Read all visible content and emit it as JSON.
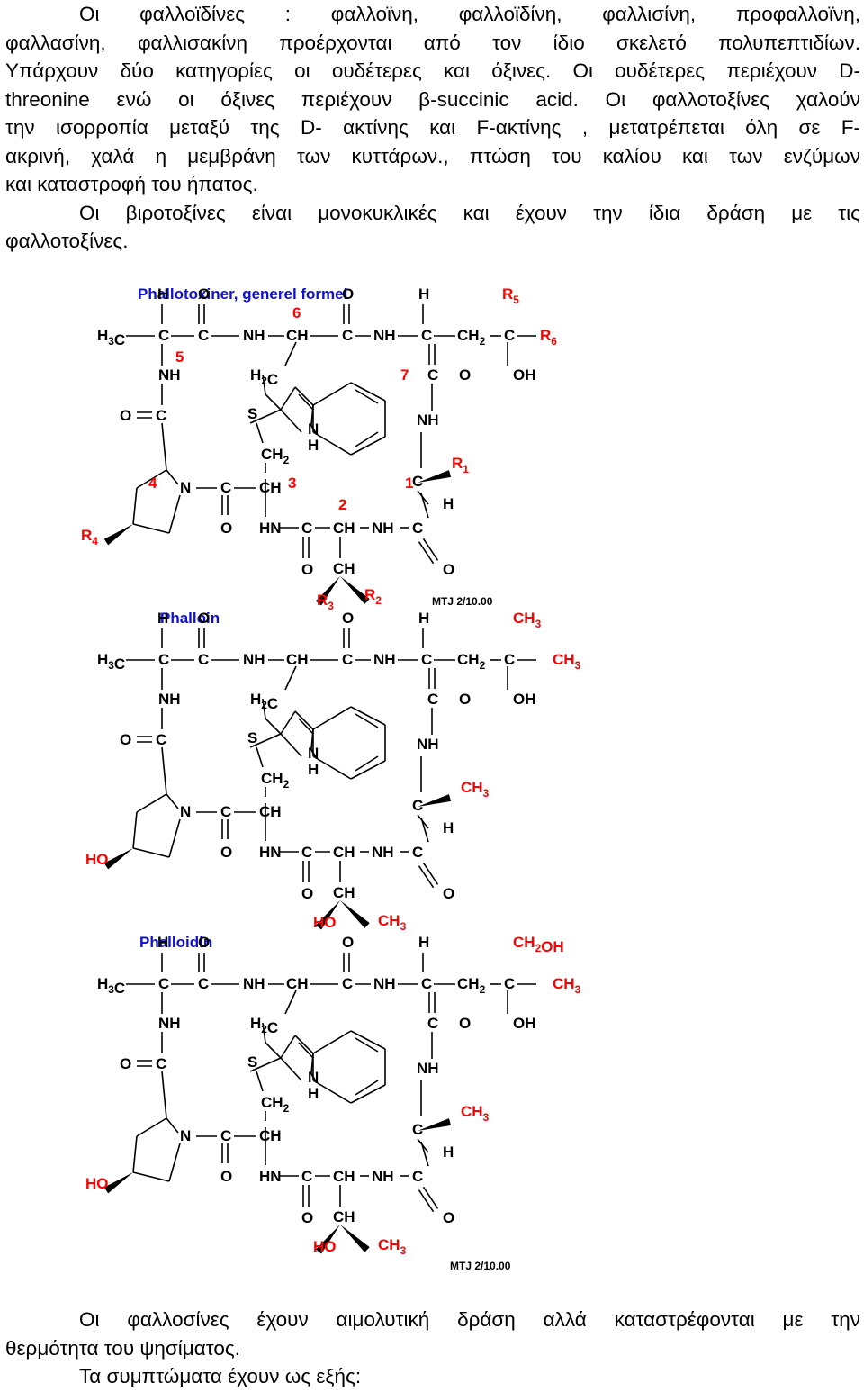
{
  "intro": {
    "lines": [
      "Οι φαλλοϊδίνες : φαλλοϊνη, φαλλοϊδίνη, φαλλισίνη, προφαλλοϊνη,",
      "φαλλασίνη, φαλλισακίνη προέρχονται από τον ίδιο σκελετό πολυπεπτιδίων.",
      "Υπάρχουν δύο κατηγορίες οι ουδέτερες και όξινες. Οι ουδέτερες περιέχουν D-",
      "threonine ενώ οι όξινες περιέχουν β-succinic acid. Οι φαλλοτοξίνες χαλούν",
      "την ισορροπία μεταξύ της D- ακτίνης και F-ακτίνης , μετατρέπεται όλη σε F-",
      "ακρινή, χαλά η μεμβράνη των κυττάρων., πτώση του καλίου και των ενζύμων",
      "και καταστροφή του ήπατος.",
      "Οι βιροτοξίνες είναι μονοκυκλικές και έχουν την ίδια δράση με τις",
      "φαλλοτοξίνες."
    ]
  },
  "figure": {
    "panels": [
      {
        "title": "Phallotoxiner, generel formel",
        "side_top": "R5",
        "side_right": "R6",
        "branch_top": "R1",
        "bottom_left": "R3",
        "bottom_right": "R2",
        "ring_sub": "R4",
        "numbers": [
          "5",
          "6",
          "7",
          "4",
          "3",
          "2",
          "1"
        ],
        "credit": "MTJ 2/10.00"
      },
      {
        "title": "Phalloin",
        "side_top": "CH3",
        "side_right": "CH3",
        "branch_top": "CH3",
        "bottom_left": "HO",
        "bottom_right": "CH3",
        "ring_sub": "HO",
        "numbers": [],
        "credit": ""
      },
      {
        "title": "Phalloidin",
        "side_top": "CH2OH",
        "side_right": "CH3",
        "branch_top": "CH3",
        "bottom_left": "HO",
        "bottom_right": "CH3",
        "ring_sub": "HO",
        "numbers": [],
        "credit": "MTJ 2/10.00"
      }
    ],
    "colors": {
      "title": "#1010d0",
      "substituent": "#ff0000",
      "number": "#ff0000",
      "structure": "#000000"
    }
  },
  "outro": {
    "lines": [
      "Οι φαλλοσίνες έχουν αιμολυτική δράση αλλά καταστρέφονται με την",
      "θερμότητα του ψησίματος.",
      "Τα συμπτώματα έχουν ως εξής:"
    ]
  }
}
